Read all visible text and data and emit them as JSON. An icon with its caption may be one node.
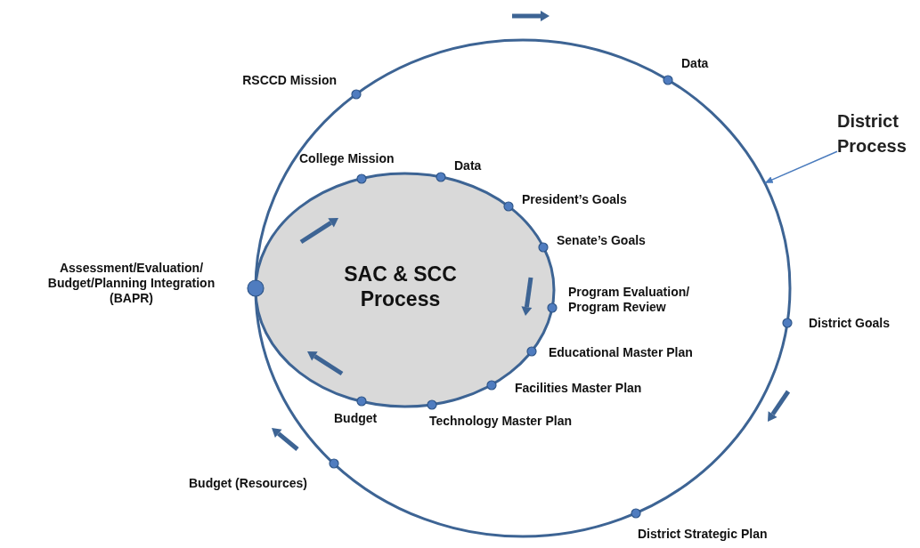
{
  "diagram": {
    "nodes": [
      {
        "text": [],
        "shape": "circle"
      },
      {
        "text": [
          "District Process"
        ]
      },
      {
        "text": [
          "SAC & SCC Process"
        ],
        "in": 0
      },
      {
        "text": [
          "RSCCD Mission"
        ]
      },
      {
        "text": [
          "Data"
        ]
      },
      {
        "text": [
          "District Goals"
        ]
      },
      {
        "text": [
          "District Strategic Plan"
        ]
      },
      {
        "text": [
          "Budget (Resources)"
        ]
      },
      {
        "text": [
          "Assessment/Evaluation/ Budget/Planning Integration (BAPR)"
        ]
      },
      {
        "text": [
          "College Mission"
        ],
        "in": 0
      },
      {
        "text": [
          "Data"
        ],
        "in": 0
      },
      {
        "text": [
          "President’s Goals"
        ],
        "in": 0
      },
      {
        "text": [
          "Senate’s Goals"
        ],
        "in": 0
      },
      {
        "text": [
          "Program Evaluation/ Program Review"
        ],
        "in": 0
      },
      {
        "text": [
          "Educational Master Plan"
        ],
        "in": 0
      },
      {
        "text": [
          "Facilities Master Plan"
        ],
        "in": 0
      },
      {
        "text": [
          "Technology Master Plan"
        ],
        "in": 0
      },
      {
        "text": [
          "Budget"
        ],
        "in": 0
      }
    ],
    "edges": [
      {
        "from": 1,
        "to": 0,
        "arrow": "to"
      }
    ]
  }
}
